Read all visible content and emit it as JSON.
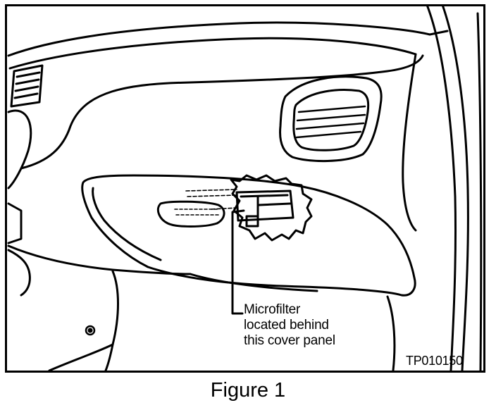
{
  "figure": {
    "callout_lines": [
      "Microfilter",
      "located behind",
      "this cover panel"
    ],
    "figure_code": "TP010150",
    "caption": "Figure 1"
  },
  "colors": {
    "ink": "#000000",
    "paper": "#ffffff"
  }
}
